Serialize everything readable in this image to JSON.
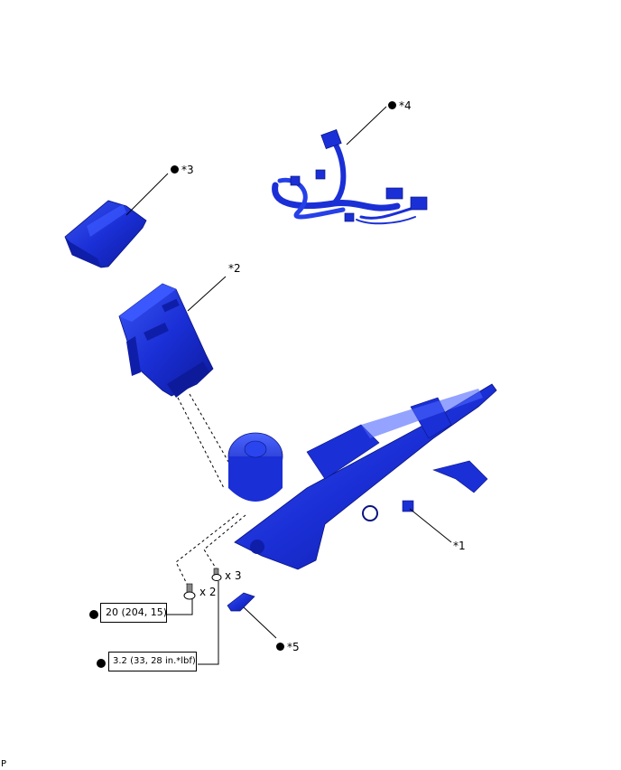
{
  "diagram": {
    "type": "exploded-parts-illustration",
    "part_color": "#1a2fd6",
    "callouts": [
      {
        "id": "1",
        "text": "*1",
        "bullet": false,
        "part": "steering-column-assembly"
      },
      {
        "id": "2",
        "text": "*2",
        "bullet": false,
        "part": "power-steering-ecu"
      },
      {
        "id": "3",
        "text": "*3",
        "bullet": true,
        "part": "ecu-cover"
      },
      {
        "id": "4",
        "text": "*4",
        "bullet": true,
        "part": "wire-harness"
      },
      {
        "id": "5",
        "text": "*5",
        "bullet": true,
        "part": "clamp-bracket"
      }
    ],
    "fasteners": [
      {
        "id": "bolt",
        "quantity": "x 2",
        "torque": "20 (204, 15)",
        "bullet": true
      },
      {
        "id": "screw",
        "quantity": "x 3",
        "torque": "3.2 (33, 28 in.*lbf)",
        "bullet": true
      }
    ],
    "footer_code": "P"
  }
}
